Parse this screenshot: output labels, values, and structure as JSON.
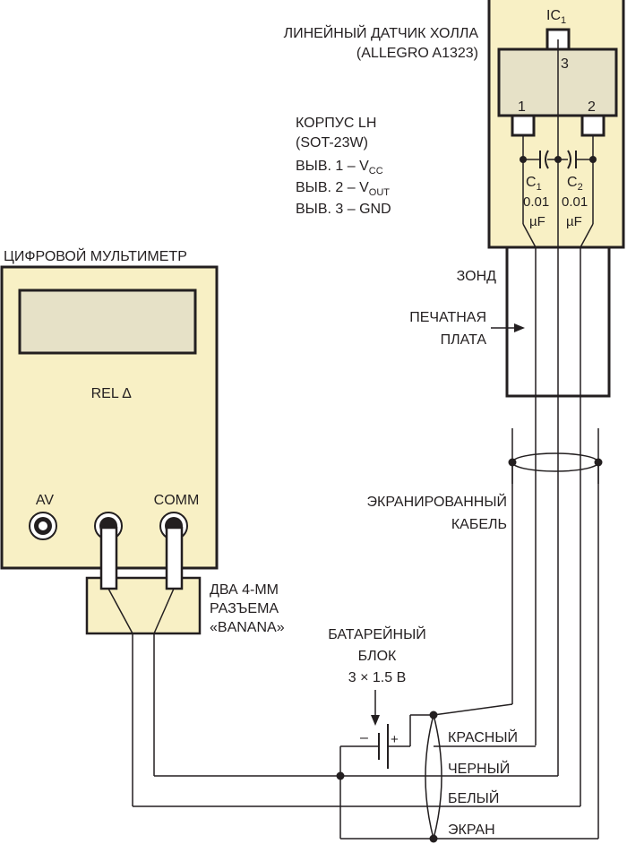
{
  "labels": {
    "ic_ref": "IC",
    "ic_ref_sub": "1",
    "sensor_line1": "ЛИНЕЙНЫЙ ДАТЧИК ХОЛЛА",
    "sensor_line2": "(ALLEGRO A1323)",
    "pin1": "1",
    "pin2": "2",
    "pin3": "3",
    "package_line1": "КОРПУС LH",
    "package_line2": "(SOT-23W)",
    "pin1_desc": "ВЫВ. 1 – V",
    "pin1_desc_sub": "CC",
    "pin2_desc": "ВЫВ. 2 – V",
    "pin2_desc_sub": "OUT",
    "pin3_desc": "ВЫВ. 3 – GND",
    "c1": "C",
    "c1_sub": "1",
    "c2": "C",
    "c2_sub": "2",
    "c1_value": "0.01",
    "c2_value": "0.01",
    "c1_unit": "µF",
    "c2_unit": "µF",
    "probe": "ЗОНД",
    "pcb_line1": "ПЕЧАТНАЯ",
    "pcb_line2": "ПЛАТА",
    "multimeter": "ЦИФРОВОЙ МУЛЬТИМЕТР",
    "rel": "REL ∆",
    "av": "AV",
    "comm": "COMM",
    "cable_line1": "ЭКРАНИРОВАННЫЙ",
    "cable_line2": "КАБЕЛЬ",
    "banana_line1": "ДВА 4-ММ",
    "banana_line2": "РАЗЪЕМА",
    "banana_line3": "«BANANA»",
    "battery_line1": "БАТАРЕЙНЫЙ",
    "battery_line2": "БЛОК",
    "battery_line3": "3 × 1.5 В",
    "minus": "–",
    "plus": "+",
    "wire_red": "КРАСНЫЙ",
    "wire_black": "ЧЕРНЫЙ",
    "wire_white": "БЕЛЫЙ",
    "wire_shield": "ЭКРАН"
  },
  "colors": {
    "stroke": "#231f20",
    "box_fill": "#f8f0c5",
    "display_fill": "#e6e1c7"
  }
}
